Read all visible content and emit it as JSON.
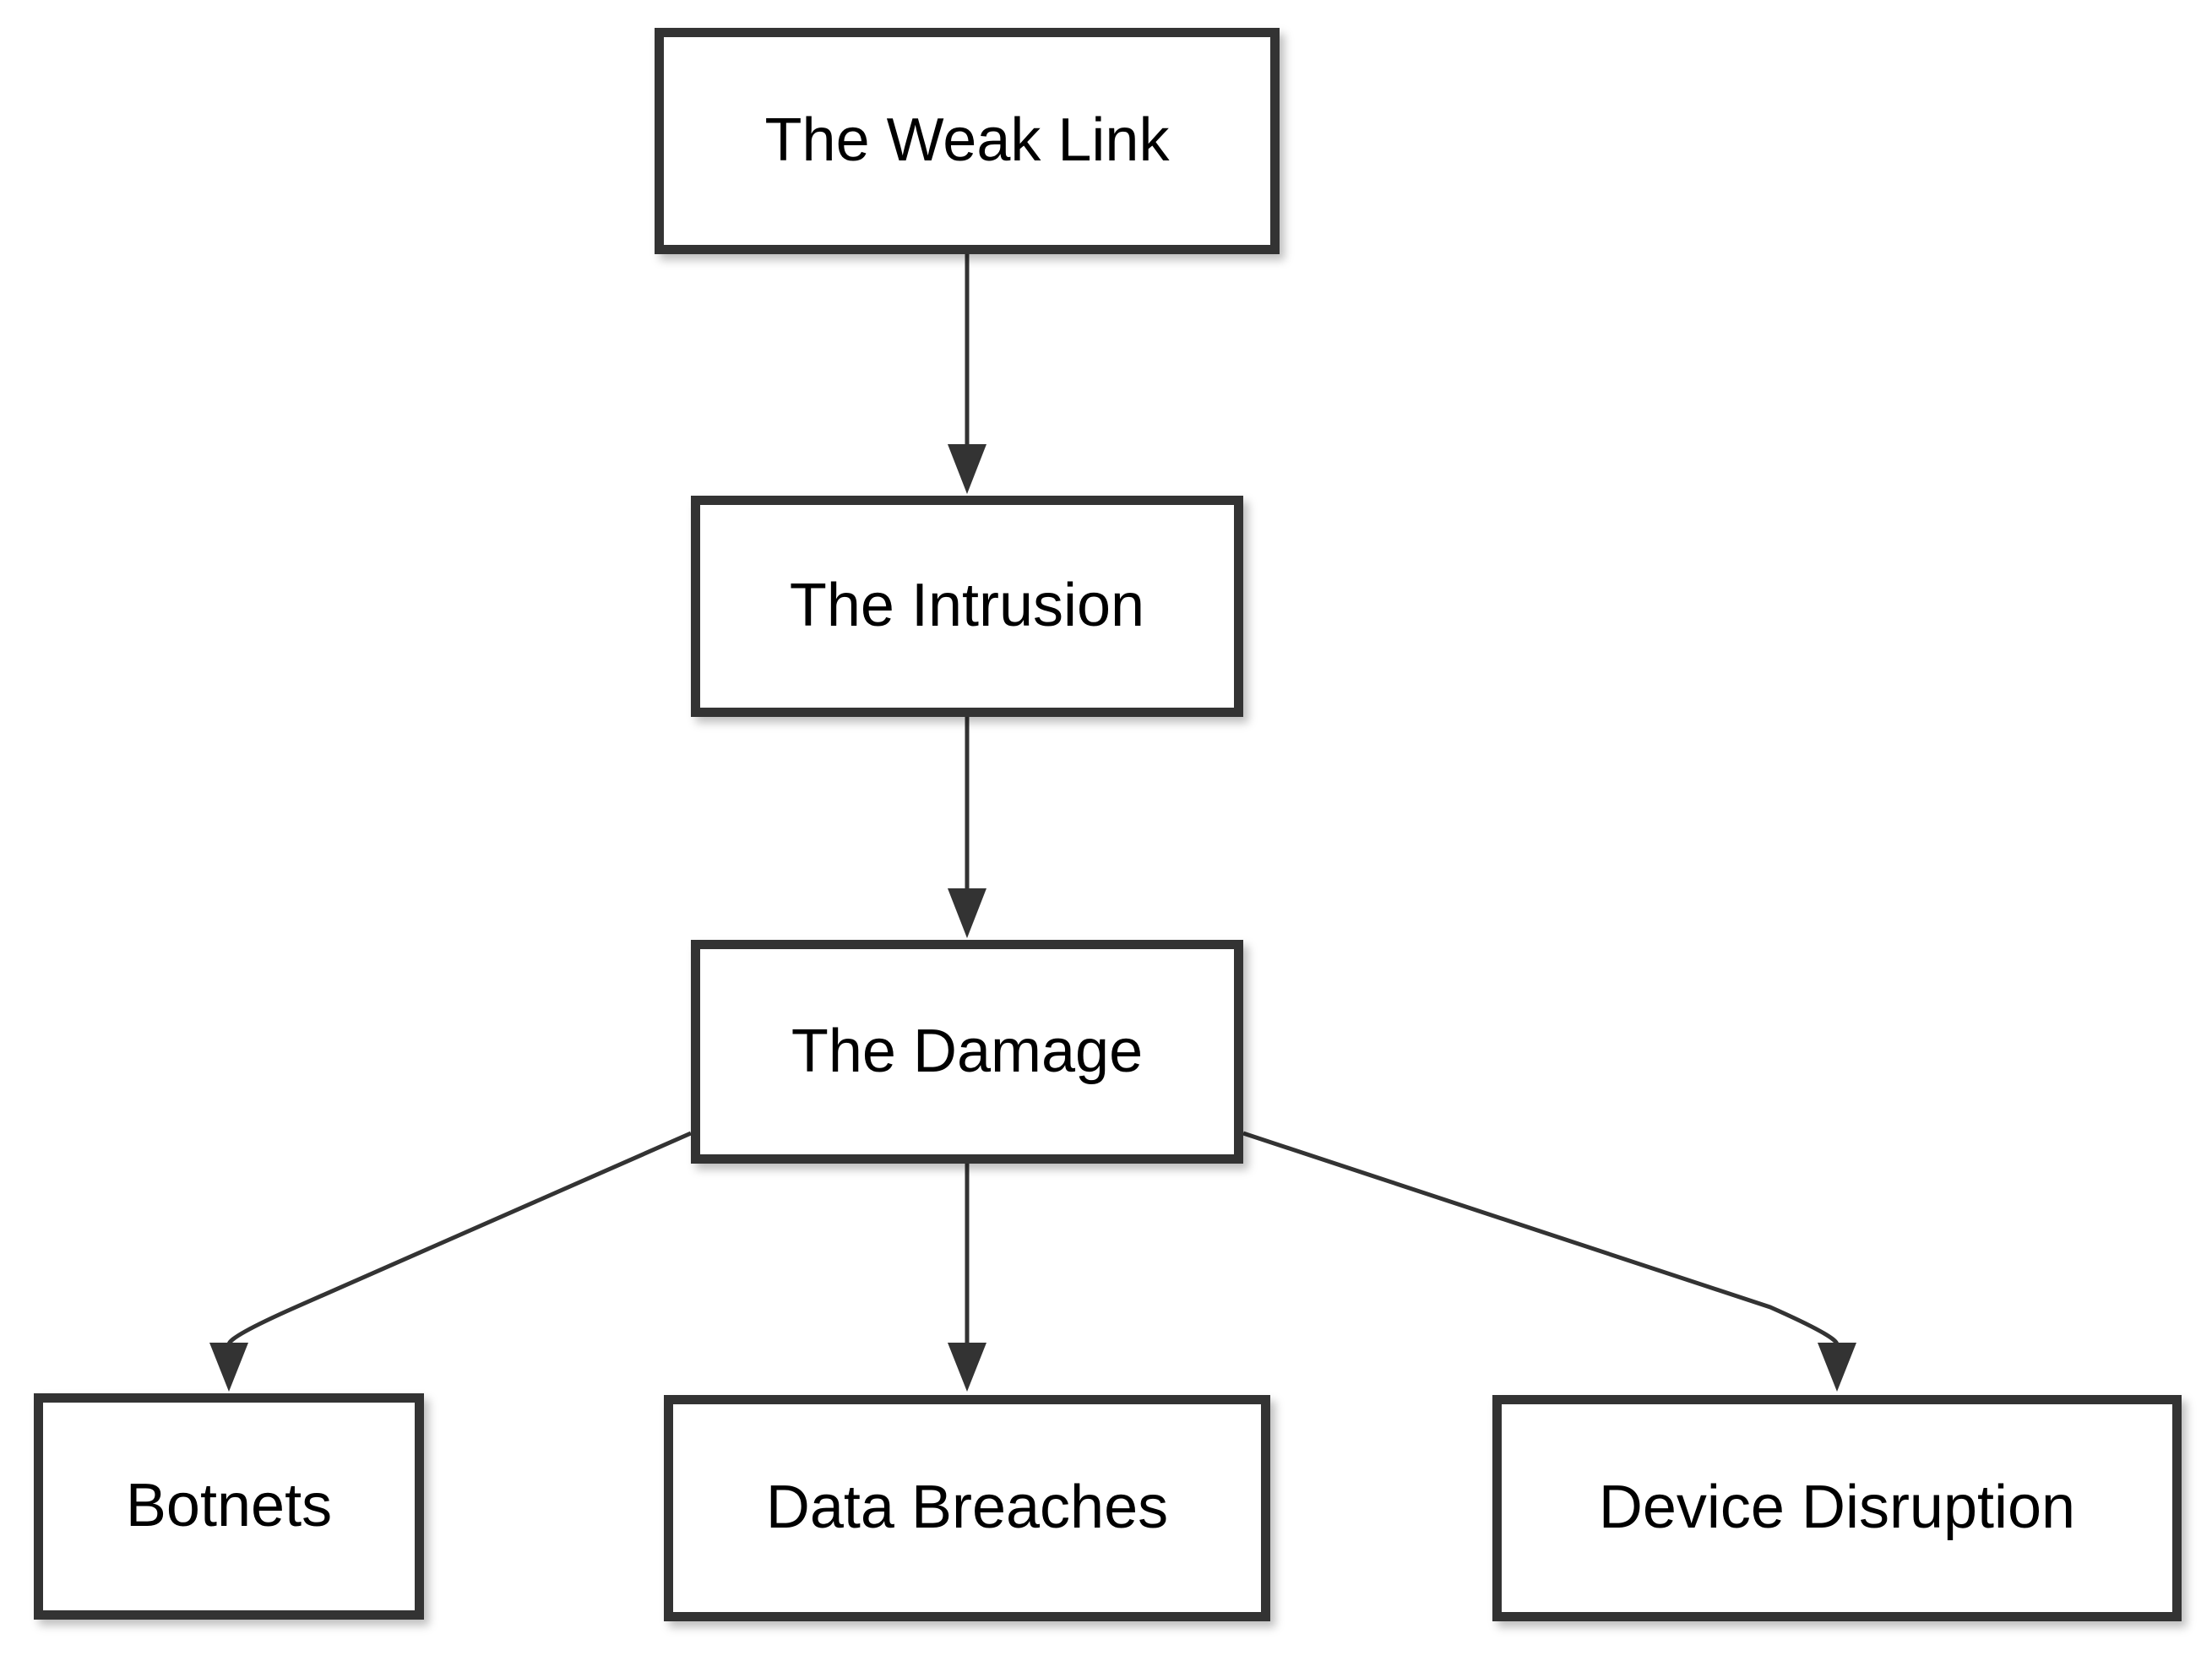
{
  "diagram": {
    "type": "flowchart",
    "background": "#ffffff",
    "nodes": {
      "weak_link": {
        "label": "The Weak Link"
      },
      "intrusion": {
        "label": "The Intrusion"
      },
      "damage": {
        "label": "The Damage"
      },
      "botnets": {
        "label": "Botnets"
      },
      "data_breaches": {
        "label": "Data Breaches"
      },
      "device_disruption": {
        "label": "Device Disruption"
      }
    },
    "edges": [
      {
        "from": "weak_link",
        "to": "intrusion",
        "style": "straight-down-arrow"
      },
      {
        "from": "intrusion",
        "to": "damage",
        "style": "straight-down-arrow"
      },
      {
        "from": "damage",
        "to": "botnets",
        "style": "curved-down-arrow"
      },
      {
        "from": "damage",
        "to": "data_breaches",
        "style": "straight-down-arrow"
      },
      {
        "from": "damage",
        "to": "device_disruption",
        "style": "curved-down-arrow"
      }
    ],
    "colors": {
      "node_border": "#333333",
      "node_fill": "#ffffff",
      "connector": "#333333",
      "text": "#000000"
    }
  }
}
